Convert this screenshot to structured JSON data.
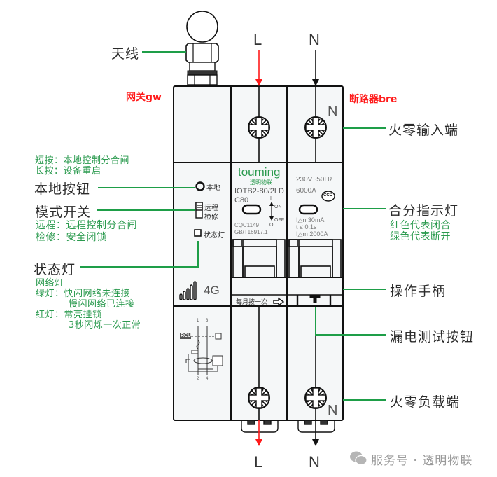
{
  "title_tags": {
    "gateway": "网关gw",
    "breaker": "断路器bre"
  },
  "terminals": {
    "top_L": "L",
    "top_N": "N",
    "bottom_L": "L",
    "bottom_N": "N",
    "in_N_mark": "N",
    "out_N_mark": "N"
  },
  "left_labels": {
    "antenna": "天线",
    "local_button": "本地按钮",
    "local_button_notes": [
      "短按：本地控制分合闸",
      "长按：设备重启"
    ],
    "mode_switch": "模式开关",
    "mode_switch_notes": [
      "远程：远程控制分合闸",
      "检修：安全闭锁"
    ],
    "status_light": "状态灯",
    "status_light_notes": [
      "网络灯",
      "绿灯：快闪网络未连接",
      "慢闪网络已连接",
      "红灯：常亮挂锁",
      "3秒闪烁一次正常"
    ]
  },
  "right_labels": {
    "line_in": "火零输入端",
    "indicator": "合分指示灯",
    "indicator_notes": [
      "红色代表闭合",
      "绿色代表断开"
    ],
    "handle": "操作手柄",
    "leak_test": "漏电测试按钮",
    "line_out": "火零负载端"
  },
  "device": {
    "local_btn_label": "本地",
    "mode_labels": [
      "远程",
      "检修"
    ],
    "status_label": "状态灯",
    "signal": "4G",
    "brand": "touming",
    "brand_cn": "透明物联",
    "model": "IOTB2-80/2LD",
    "rating": "C80",
    "on": "ON",
    "off": "OFF",
    "on_mark": "I",
    "off_mark": "O",
    "cert1": "CQC1149",
    "cert2": "GB/T16917.1",
    "voltage": "230V~50Hz",
    "breaking": "6000A",
    "ccc": "CCC",
    "idn": "I△n  30mA",
    "time": "t ≤ 0.1s",
    "idm": "I△m  2000A",
    "monthly_test": "每月按一次",
    "rcu": "RCU",
    "pins_top": [
      "1",
      "3"
    ],
    "pins_bottom": [
      "2",
      "4"
    ]
  },
  "watermark": "服务号 · 透明物联",
  "colors": {
    "callout_line": "#1e9e48",
    "note_text": "#2a9a4e",
    "live_arrow": "#ff1a1a",
    "tag_red": "#ff1a1a"
  }
}
